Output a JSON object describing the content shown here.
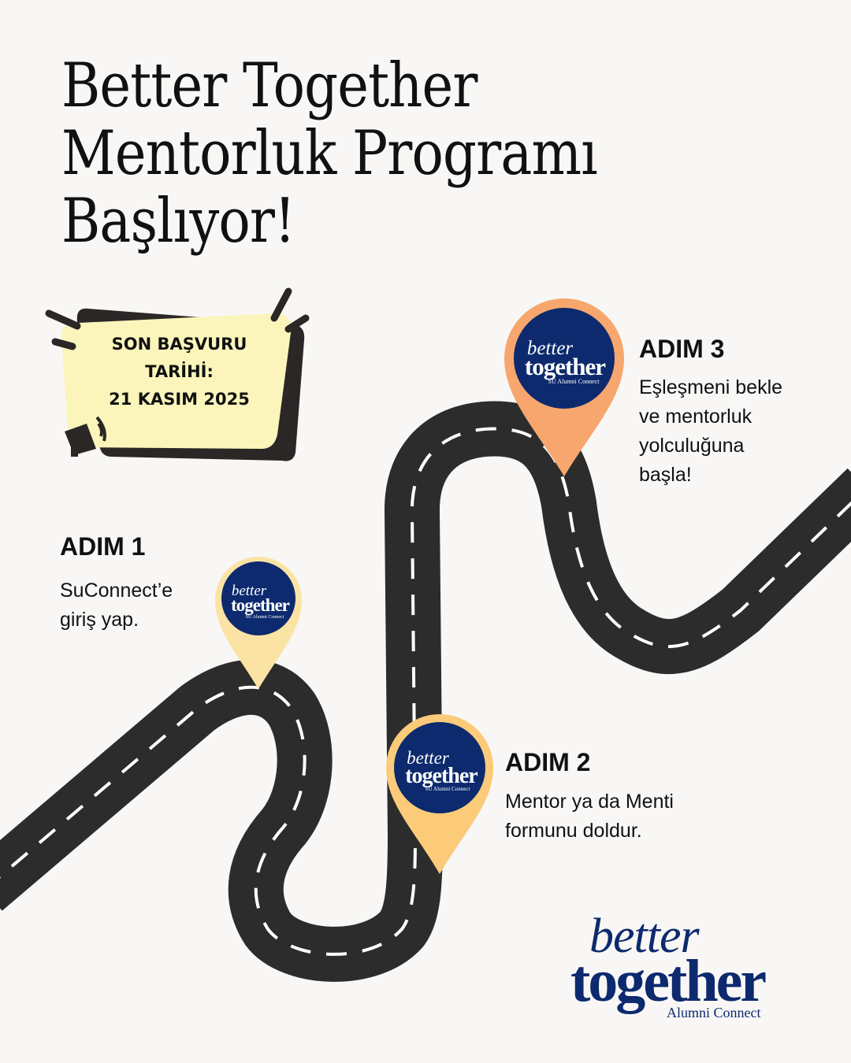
{
  "title": {
    "line1": "Better Together",
    "line2": "Mentorluk Programı",
    "line3": "Başlıyor!"
  },
  "deadline": {
    "line1": "SON BAŞVURU",
    "line2": "TARİHİ:",
    "line3": "21 KASIM 2025",
    "note_color": "#fbf5bb",
    "shadow_color": "#2b2726"
  },
  "steps": [
    {
      "title": "ADIM 1",
      "text": "SuConnect’e\ngiriş yap.",
      "pin_color": "#fbe3a4"
    },
    {
      "title": "ADIM 2",
      "text": "Mentor ya da Menti\nformunu doldur.",
      "pin_color": "#fbcb7a"
    },
    {
      "title": "ADIM 3",
      "text": "Eşleşmeni bekle\nve mentorluk\nyolculuğuna\nbaşla!",
      "pin_color": "#f7a76d"
    }
  ],
  "pin_logo": {
    "better": "better",
    "together": "together",
    "sub": "SU Alumni Connect",
    "color": "#0d2a6e"
  },
  "brand": {
    "better": "better",
    "together": "together",
    "sub": "Alumni Connect",
    "color": "#0d2a6e"
  },
  "colors": {
    "background": "#f8f7f5",
    "road": "#2c2c2c",
    "road_marking": "#ffffff"
  },
  "icons": [
    "megaphone-icon",
    "burst-lines-icon",
    "location-pin-icon"
  ]
}
